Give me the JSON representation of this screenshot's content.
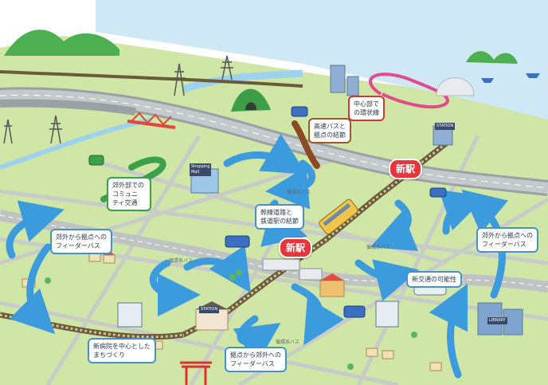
{
  "stations": {
    "north": "新駅",
    "central": "新駅"
  },
  "labels": {
    "highway_bus": "高速バスと\n拠点の結節",
    "loop": "中心部で\nの環状線",
    "community": "郊外部での\nコミュニ\nティ交通",
    "road_rail": "幹線道路と\n鉄道駅の結節",
    "feeder_left": "郊外から拠点への\nフィーダーバス",
    "feeder_right": "郊外から拠点への\nフィーダーバス",
    "new_transport": "新交通の可能性",
    "hospital": "新病院を中心とした\nまちづくり",
    "feeder_bottom": "拠点から郊外への\nフィーダーバス"
  },
  "bus_routes": {
    "r1": "循環系バス",
    "r2": "循環系バス",
    "r3": "循環系バス",
    "r4": "循環系バス"
  },
  "signs": {
    "station_n": "STATION",
    "station_s": "STATION",
    "shopping": "Shopping\nMall",
    "library": "LIBRARY"
  },
  "colors": {
    "land": "#cfe6a6",
    "sea": "#cfe8f6",
    "road": "#c8ccc8",
    "highway": "#a8aeb2",
    "rail": "#6a5a3a",
    "arrow": "#3b9bdc",
    "pin": "#e8353a"
  }
}
